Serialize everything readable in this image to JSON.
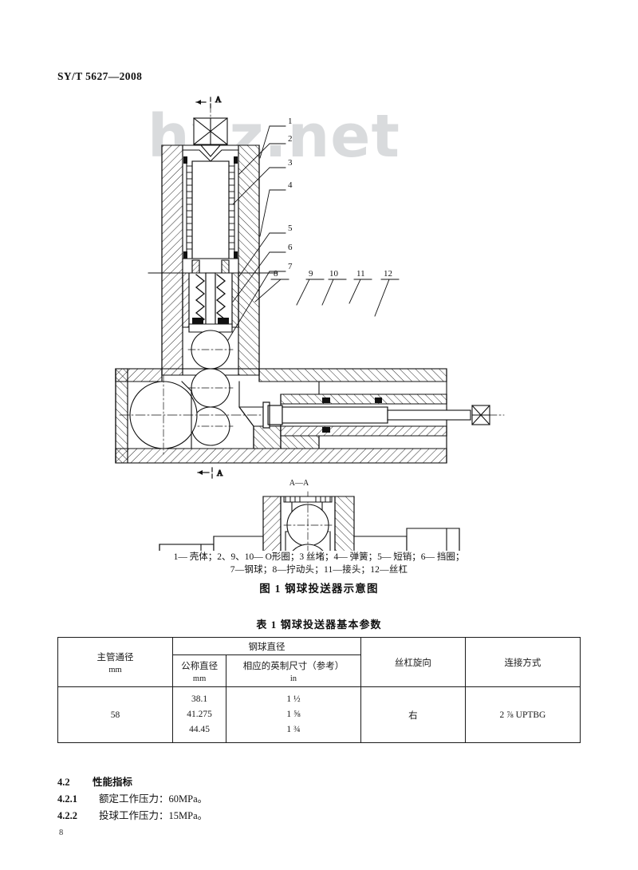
{
  "header": {
    "standard_no": "SY/T 5627—2008"
  },
  "watermark": {
    "text": "hxz.net"
  },
  "figure": {
    "section_mark_top": "A",
    "section_mark_bottom": "A",
    "section_view_label": "A—A",
    "callouts": [
      "1",
      "2",
      "3",
      "4",
      "5",
      "6",
      "7",
      "8",
      "9",
      "10",
      "11",
      "12"
    ],
    "legend_line1": "1— 壳体；2、9、10— O形圈；3  丝堵；4— 弹簧；5— 短销；6— 挡圈；",
    "legend_line2": "7—钢球；8—拧动头；11—接头；12—丝杠",
    "caption": "图 1   钢球投送器示意图"
  },
  "table": {
    "caption": "表 1   钢球投送器基本参数",
    "headers": {
      "main_bore": "主管通径",
      "main_bore_unit": "mm",
      "ball_diameter_group": "钢球直径",
      "nominal_diameter": "公称直径",
      "nominal_diameter_unit": "mm",
      "imperial_size": "相应的英制尺寸（参考）",
      "imperial_size_unit": "in",
      "screw_hand": "丝杠旋向",
      "connection_type": "连接方式"
    },
    "rows": {
      "main_bore_value": "58",
      "nominal_diameters": [
        "38.1",
        "41.275",
        "44.45"
      ],
      "imperial_sizes": [
        "1 ½",
        "1 ⅝",
        "1 ¾"
      ],
      "screw_hand_value": "右",
      "connection_type_value": "2 ⅞ UPTBG"
    }
  },
  "clauses": {
    "s42_num": "4.2",
    "s42_title": "性能指标",
    "s421_num": "4.2.1",
    "s421_text": "额定工作压力：60MPa。",
    "s422_num": "4.2.2",
    "s422_text": "投球工作压力：15MPa。"
  },
  "folio": {
    "page_number": "8"
  }
}
